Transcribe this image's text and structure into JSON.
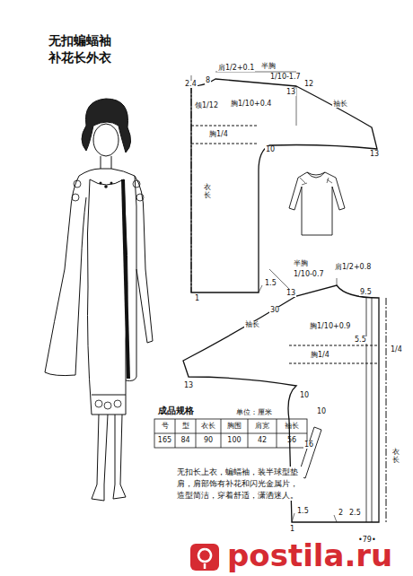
{
  "diagram": {
    "title": "无扣蝙蝠袖 补花长外衣",
    "labels": [
      "2.4",
      "8",
      "肩1/2+0.1",
      "半胸",
      "1/10-1.7",
      "13",
      "12",
      "领1/12",
      "胸1/10+0.4",
      "袖长",
      "胸1/4",
      "10",
      "13",
      "衣长",
      "1.5",
      "1",
      "半胸",
      "1/10-0.7",
      "肩1/2+0.8",
      "13",
      "9.5",
      "袖长",
      "30",
      "胸1/10+0.9",
      "5.5",
      "胸1/4",
      "1/4",
      "13",
      "10",
      "10",
      "16",
      "衣长",
      "1.5",
      "1",
      "2",
      "2.5",
      "成品规格",
      "单位：厘米",
      "号",
      "型",
      "衣长",
      "胸围",
      "肩宽",
      "袖长",
      "165",
      "84",
      "90",
      "100",
      "42",
      "56",
      "无扣长上衣，蝙蝠袖，装半球型垫肩，肩部饰有补花和闪光金属片，造型简洁，穿着舒适，潇洒迷人。",
      "•79•",
      "postila.ru"
    ]
  }
}
